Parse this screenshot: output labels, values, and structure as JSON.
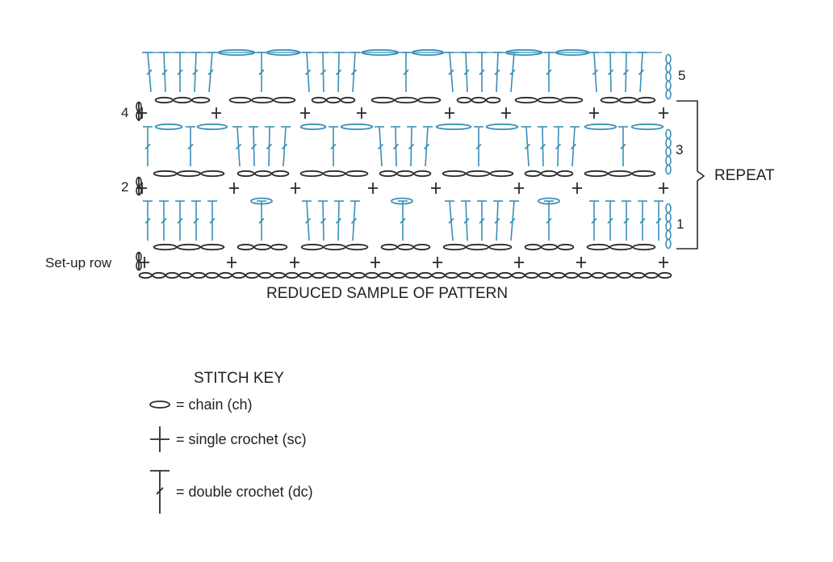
{
  "diagram": {
    "row_labels": {
      "setup": "Set-up row",
      "row1": "1",
      "row2": "2",
      "row3": "3",
      "row4": "4",
      "row5": "5"
    },
    "repeat_label": "REPEAT",
    "caption": "REDUCED SAMPLE OF PATTERN",
    "colors": {
      "wrong_side": "#2b2b2b",
      "right_side": "#3a8fb7"
    }
  },
  "key": {
    "title": "STITCH KEY",
    "items": [
      {
        "icon": "chain-icon",
        "text": "= chain (ch)"
      },
      {
        "icon": "single-crochet-icon",
        "text": "= single crochet (sc)"
      },
      {
        "icon": "double-crochet-icon",
        "text": "= double crochet (dc)"
      }
    ]
  }
}
